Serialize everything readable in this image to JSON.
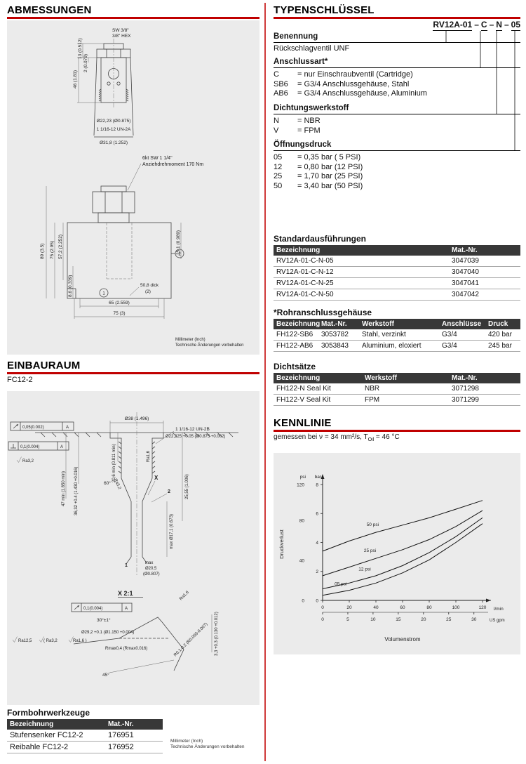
{
  "accent_red": "#c00000",
  "left": {
    "abmessungen": {
      "title": "ABMESSUNGEN"
    },
    "einbauraum": {
      "title": "EINBAURAUM",
      "subtitle": "FC12-2"
    },
    "drawing_footer": {
      "line1": "Millimeter (Inch)",
      "line2": "Technische Änderungen vorbehalten"
    },
    "abm": {
      "sw1": "SW 3/8\"",
      "sw2": "3/8\" HEX",
      "dim13": "13 (0.512)",
      "dim2": "2 (0.079)",
      "dim46": "46 (1.81)",
      "dia2223": "Ø22,23 (Ø0.875)",
      "thread": "1 1/16-12 UN-2A",
      "dia318": "Ø31,8 (1.252)",
      "note1": "6kt SW 1 1/4\"",
      "note2": "Anziehdrehmoment 170 Nm",
      "dim89": "89 (3.5)",
      "dim75": "75 (2.95)",
      "dim572": "57,2 (2.252)",
      "dim251": "25,1 (0.989)",
      "dim86": "8,6 (0.339)",
      "dick1": "50,8 dick",
      "dick2": "(2)",
      "dim65": "65 (2.559)",
      "dim75b": "75 (3)",
      "mark1": "1",
      "mark2": "2"
    },
    "einb": {
      "dia38": "Ø38 (1.496)",
      "thread": "1 1/16-12 UN-2B",
      "tol1": "0,05(0.002)",
      "tol1ref": "A",
      "tol2": "0,1(0.004)",
      "tol2ref": "A",
      "dia22225": "Ø22,225 +0.05 (Ø0.875 +0.002)",
      "dim206": "20,6 min (0.811 min)",
      "ra32a": "Ra3,2",
      "ra16a": "Ra1,6",
      "ra32mid": "Ra3,2",
      "dim47": "47 min (1.850 min)",
      "dim3632": "36,32 +0.4 (1.430 +0.016)",
      "a60": "60°",
      "detx": "X",
      "mark2": "2",
      "dim2555": "25,55 (1.006)",
      "dia171": "max Ø17,1 (0.673)",
      "mark1": "1",
      "max205a": "max",
      "max205b": "Ø20,5",
      "max205c": "(Ø0.807)",
      "detail_title": "X  2:1",
      "tol3": "0,1(0.004)",
      "tol3ref": "A",
      "a30": "30°±1°",
      "ra16b": "Ra1,6",
      "dia292": "Ø29,2 +0.1 (Ø1.150 +0.004)",
      "rmax": "Rmax0,4 (Rmax0.016)",
      "ra125": "Ra12,5",
      "raGrp1": "( Ra3,2",
      "raGrp2": "Ra1,6 )",
      "dim33": "3,3 +0.3 (0.130 +0.012)",
      "r0102": "R0,1-0,2 (R0.003-0.007)",
      "a45": "45°"
    },
    "formbohr": {
      "title": "Formbohrwerkzeuge",
      "headers": [
        "Bezeichnung",
        "Mat.-Nr."
      ],
      "rows": [
        [
          "Stufensenker FC12-2",
          "176951"
        ],
        [
          "Reibahle FC12-2",
          "176952"
        ]
      ]
    }
  },
  "right": {
    "typenschluessel": {
      "title": "TYPENSCHLÜSSEL",
      "code_segments": [
        "RV12A-01",
        "C",
        "N",
        "05"
      ],
      "separator": "–"
    },
    "benennung": {
      "title": "Benennung",
      "value": "Rückschlagventil UNF"
    },
    "anschlussart": {
      "title": "Anschlussart*",
      "items": [
        {
          "code": "C",
          "desc": "= nur Einschraubventil (Cartridge)"
        },
        {
          "code": "SB6",
          "desc": "= G3/4 Anschlussgehäuse, Stahl"
        },
        {
          "code": "AB6",
          "desc": "= G3/4 Anschlussgehäuse, Aluminium"
        }
      ]
    },
    "dichtungswerkstoff": {
      "title": "Dichtungswerkstoff",
      "items": [
        {
          "code": "N",
          "desc": "= NBR"
        },
        {
          "code": "V",
          "desc": "= FPM"
        }
      ]
    },
    "oeffnungsdruck": {
      "title": "Öffnungsdruck",
      "items": [
        {
          "code": "05",
          "desc": "= 0,35 bar ( 5 PSI)"
        },
        {
          "code": "12",
          "desc": "= 0,80 bar (12 PSI)"
        },
        {
          "code": "25",
          "desc": "= 1,70 bar (25 PSI)"
        },
        {
          "code": "50",
          "desc": "= 3,40 bar (50 PSI)"
        }
      ]
    },
    "standard": {
      "title": "Standardausführungen",
      "headers": [
        "Bezeichnung",
        "Mat.-Nr."
      ],
      "rows": [
        [
          "RV12A-01-C-N-05",
          "3047039"
        ],
        [
          "RV12A-01-C-N-12",
          "3047040"
        ],
        [
          "RV12A-01-C-N-25",
          "3047041"
        ],
        [
          "RV12A-01-C-N-50",
          "3047042"
        ]
      ]
    },
    "rohranschluss": {
      "title": "*Rohranschlussgehäuse",
      "headers": [
        "Bezeichnung",
        "Mat.-Nr.",
        "Werkstoff",
        "Anschlüsse",
        "Druck"
      ],
      "rows": [
        [
          "FH122-SB6",
          "3053782",
          "Stahl, verzinkt",
          "G3/4",
          "420 bar"
        ],
        [
          "FH122-AB6",
          "3053843",
          "Aluminium, eloxiert",
          "G3/4",
          "245 bar"
        ]
      ]
    },
    "dichtsaetze": {
      "title": "Dichtsätze",
      "headers": [
        "Bezeichnung",
        "Werkstoff",
        "Mat.-Nr."
      ],
      "rows": [
        [
          "FH122-N Seal Kit",
          "NBR",
          "3071298"
        ],
        [
          "FH122-V Seal Kit",
          "FPM",
          "3071299"
        ]
      ]
    },
    "kennlinie": {
      "title": "KENNLINIE",
      "subtitle_prefix": "gemessen bei ν = 34 mm²/s, T",
      "subtitle_sub": "Oil",
      "subtitle_suffix": " = 46 °C"
    }
  },
  "chart_data": {
    "type": "line",
    "xlabel": "Volumenstrom",
    "ylabel": "Druckverlust",
    "x_axis_unit_primary": "l/min",
    "x_axis_unit_secondary": "US gpm",
    "y_axis_unit_outer": "psi",
    "y_axis_unit_inner": "bar",
    "xlim_lmin": [
      0,
      120
    ],
    "ylim_bar": [
      0,
      8
    ],
    "x_ticks_lmin": [
      0,
      20,
      40,
      60,
      80,
      100,
      120
    ],
    "x_ticks_usgpm": [
      0,
      5,
      10,
      15,
      20,
      25,
      30
    ],
    "y_ticks_bar": [
      0,
      2,
      4,
      6,
      8
    ],
    "y_ticks_psi": [
      0,
      40,
      80,
      120
    ],
    "psi_per_bar": 14.5,
    "lmin_per_usgpm": 3.785,
    "grid": false,
    "legend": "inline-labels",
    "series": [
      {
        "name": "50 psi",
        "x": [
          0,
          20,
          40,
          60,
          80,
          100,
          120
        ],
        "y_bar": [
          3.4,
          4.1,
          4.7,
          5.2,
          5.7,
          6.3,
          6.9
        ],
        "label_at": [
          33,
          5.15
        ]
      },
      {
        "name": "25 psi",
        "x": [
          0,
          20,
          40,
          60,
          80,
          100,
          120
        ],
        "y_bar": [
          1.7,
          2.3,
          2.9,
          3.5,
          4.2,
          5.1,
          6.2
        ],
        "label_at": [
          31,
          3.35
        ]
      },
      {
        "name": "12 psi",
        "x": [
          0,
          20,
          40,
          60,
          80,
          100,
          120
        ],
        "y_bar": [
          0.8,
          1.2,
          1.7,
          2.4,
          3.3,
          4.4,
          5.7
        ],
        "label_at": [
          27,
          2.05
        ]
      },
      {
        "name": "05 psi",
        "x": [
          0,
          20,
          40,
          60,
          80,
          100,
          120
        ],
        "y_bar": [
          0.35,
          0.7,
          1.2,
          1.9,
          2.8,
          4.0,
          5.3
        ],
        "label_at": [
          9,
          1.05
        ]
      }
    ]
  }
}
